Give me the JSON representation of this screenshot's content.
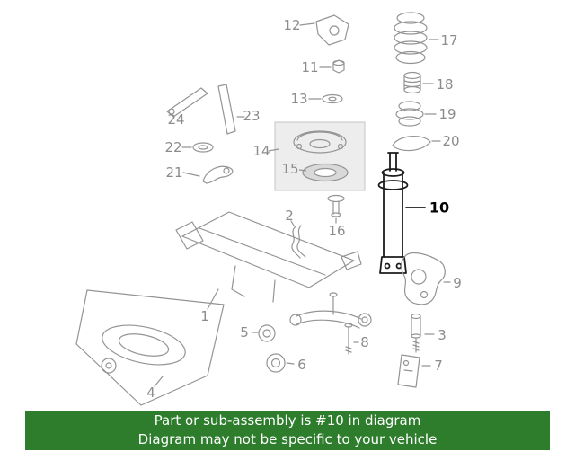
{
  "banner": {
    "line1": "Part or sub-assembly is #10 in diagram",
    "line2": "Diagram may not be specific to your vehicle",
    "bg_color": "#2d7d2d",
    "text_color": "#ffffff"
  },
  "diagram": {
    "highlighted_part": "10",
    "label_color": "#8c8c8c",
    "highlight_color": "#000000",
    "line_color": "#949494",
    "parts": [
      "1",
      "2",
      "3",
      "4",
      "5",
      "6",
      "7",
      "8",
      "9",
      "10",
      "11",
      "12",
      "13",
      "14",
      "15",
      "16",
      "17",
      "18",
      "19",
      "20",
      "21",
      "22",
      "23",
      "24"
    ]
  }
}
